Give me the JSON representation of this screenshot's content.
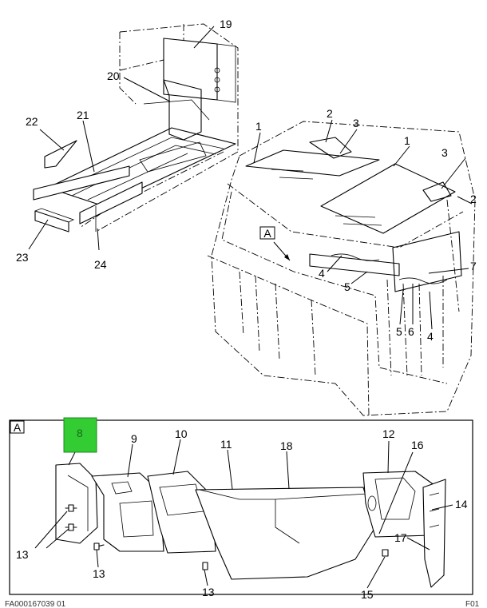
{
  "callouts": {
    "c1a": "1",
    "c1b": "1",
    "c2a": "2",
    "c2b": "2",
    "c3a": "3",
    "c3b": "3",
    "c4a": "4",
    "c4b": "4",
    "c5a": "5",
    "c5b": "5",
    "c6": "6",
    "c7": "7",
    "c8": "8",
    "c9": "9",
    "c10": "10",
    "c11": "11",
    "c12": "12",
    "c13a": "13",
    "c13b": "13",
    "c13c": "13",
    "c14": "14",
    "c15": "15",
    "c16": "16",
    "c17": "17",
    "c18": "18",
    "c19": "19",
    "c20": "20",
    "c21": "21",
    "c22": "22",
    "c23": "23",
    "c24": "24"
  },
  "view_marker": "A",
  "detail_view_label": "A",
  "footer": {
    "left": "FA000167039 01",
    "right": "F01"
  },
  "colors": {
    "highlight": "#33cc33",
    "line": "#000000"
  }
}
